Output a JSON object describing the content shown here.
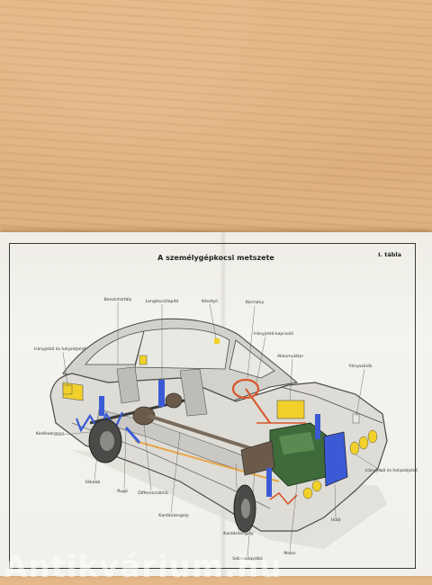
{
  "page": {
    "title": "A személygépkocsi metszete",
    "table_label": "I. tábla"
  },
  "labels": {
    "benzintartaly": "Benzintartály",
    "lengescsillapito": "Lengéscsillapító",
    "kesztyu_top": "Késztyű",
    "kormany": "Kormány",
    "iranyjelzo_hatso": "Irányjelző és helyzetjelző",
    "iranyjelzo_kapcsolo": "Irányjelző-kapcsoló",
    "akkumulator": "Akkumulátor",
    "fenyszoro": "Fényszórók",
    "kerekabroncs": "Kerékabroncs",
    "fekdob": "Fékdob",
    "rugo": "Rugó",
    "differencialmu": "Differenciálmű",
    "kardantengely_cso": "Kardántengely",
    "iranyjelzo_elso": "Irányjelző és helyzetjelző",
    "huto": "Hűtő",
    "kardantengely": "Kardántengely",
    "sebessegvalto": "Sebességváltó",
    "motor": "Motor"
  },
  "watermark": "Antikvárium.hu",
  "colors": {
    "frame": "#3a3a3a",
    "car_outline": "#4a4a4a",
    "engine": "#3f6b3a",
    "suspension_blue": "#3b5bd6",
    "battery_yellow": "#f1d02a",
    "steering_red": "#d8552a",
    "exhaust_orange": "#e8a64a"
  }
}
